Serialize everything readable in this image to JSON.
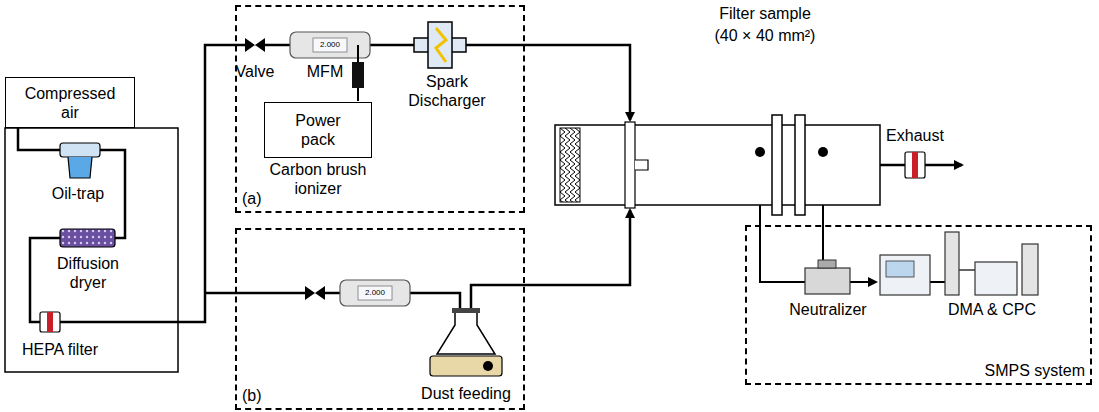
{
  "diagram": {
    "nodes": [
      {
        "text": [
          "Compressed air"
        ]
      },
      {
        "text": [
          "(a)"
        ]
      },
      {
        "text": [
          "Power pack"
        ],
        "in": 1
      },
      {
        "text": [
          "(b)"
        ]
      },
      {
        "text": [
          "SMPS system"
        ]
      }
    ],
    "labels": [
      "Oil-trap",
      "Diffusion dryer",
      "HEPA filter",
      "Valve",
      "MFM",
      "2.000",
      "Carbon brush ionizer",
      "Spark Discharger",
      "2.000",
      "Dust feeding",
      "Filter sample",
      "(40 × 40 mm²)",
      "Exhaust",
      "Neutralizer",
      "DMA & CPC"
    ]
  }
}
